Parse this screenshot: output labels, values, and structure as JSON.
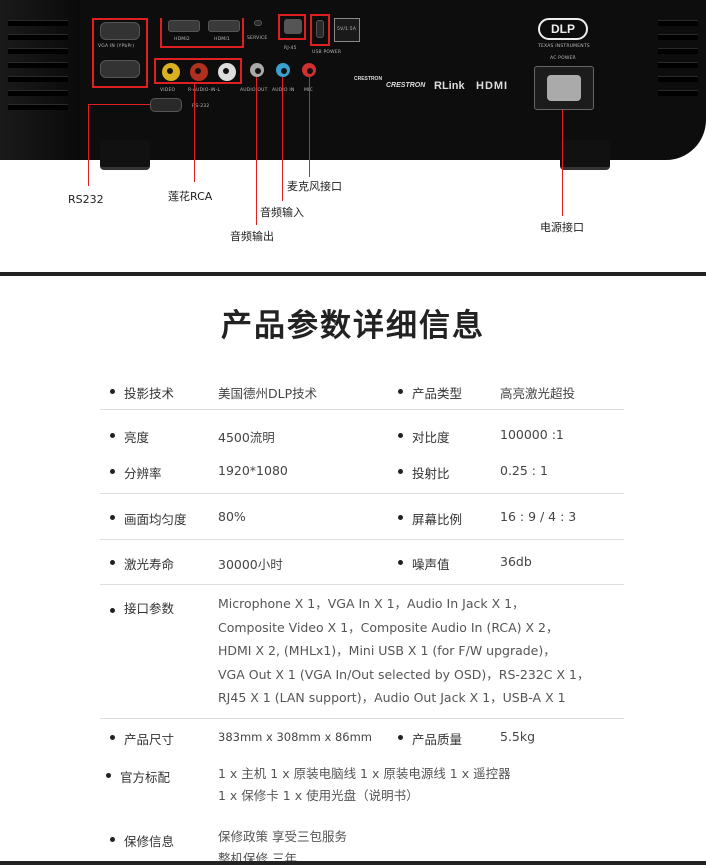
{
  "photo": {
    "port_labels": {
      "vga_in": "VGA IN (YPbPr)",
      "hdmi2": "HDMI2",
      "hdmi1": "HDMI1",
      "service": "SERVICE",
      "rj45": "RJ-45",
      "usb_power": "USB POWER",
      "usb_power_spec": "5V/1.5A",
      "video": "VIDEO",
      "rl_audio": "R-AUDIO-IN-L",
      "audio_out": "AUDIO OUT",
      "audio_in": "AUDIO IN",
      "mic": "MIC",
      "rs232": "RS-232",
      "ac_power": "AC POWER",
      "dlp": "DLP",
      "ti": "TEXAS INSTRUMENTS",
      "crestron": "CRESTRON",
      "rlink": "RLink",
      "hdmi_logo": "HDMI"
    },
    "callouts": {
      "rs232": "RS232",
      "rca": "莲花RCA",
      "audio_out": "音频输出",
      "audio_in": "音频输入",
      "mic": "麦克风接口",
      "power": "电源接口"
    }
  },
  "spec": {
    "title": "产品参数详细信息",
    "rows": [
      {
        "k1": "投影技术",
        "v1": "美国德州DLP技术",
        "k2": "产品类型",
        "v2": "高亮激光超投"
      },
      {
        "k1": "亮度",
        "v1": "4500流明",
        "k2": "对比度",
        "v2": "100000 :1"
      },
      {
        "k1": "分辨率",
        "v1": "1920*1080",
        "k2": "投射比",
        "v2": "0.25 : 1"
      },
      {
        "k1": "画面均匀度",
        "v1": "80%",
        "k2": "屏幕比例",
        "v2": "16 : 9 / 4 : 3"
      },
      {
        "k1": "激光寿命",
        "v1": "30000小时",
        "k2": "噪声值",
        "v2": "36db"
      }
    ],
    "interfaces": {
      "key": "接口参数",
      "lines": [
        "Microphone X 1，VGA In X 1，Audio In Jack X 1，",
        "Composite Video X 1，Composite Audio In (RCA) X 2，",
        "HDMI X 2, (MHLx1)，Mini USB X 1 (for F/W upgrade)，",
        "VGA Out X 1 (VGA In/Out selected by OSD)，RS-232C X 1，",
        "RJ45 X 1 (LAN support)，Audio Out Jack X 1，USB-A X 1"
      ]
    },
    "size": {
      "k1": "产品尺寸",
      "v1": "383mm x 308mm x 86mm",
      "k2": "产品质量",
      "v2": "5.5kg"
    },
    "accessories": {
      "key": "官方标配",
      "lines": [
        "1 x 主机  1 x 原装电脑线  1 x 原装电源线  1 x 遥控器",
        "1 x 保修卡  1 x 使用光盘（说明书）"
      ]
    },
    "warranty": {
      "key": "保修信息",
      "lines": [
        "保修政策  享受三包服务",
        "整机保修  三年"
      ]
    }
  }
}
